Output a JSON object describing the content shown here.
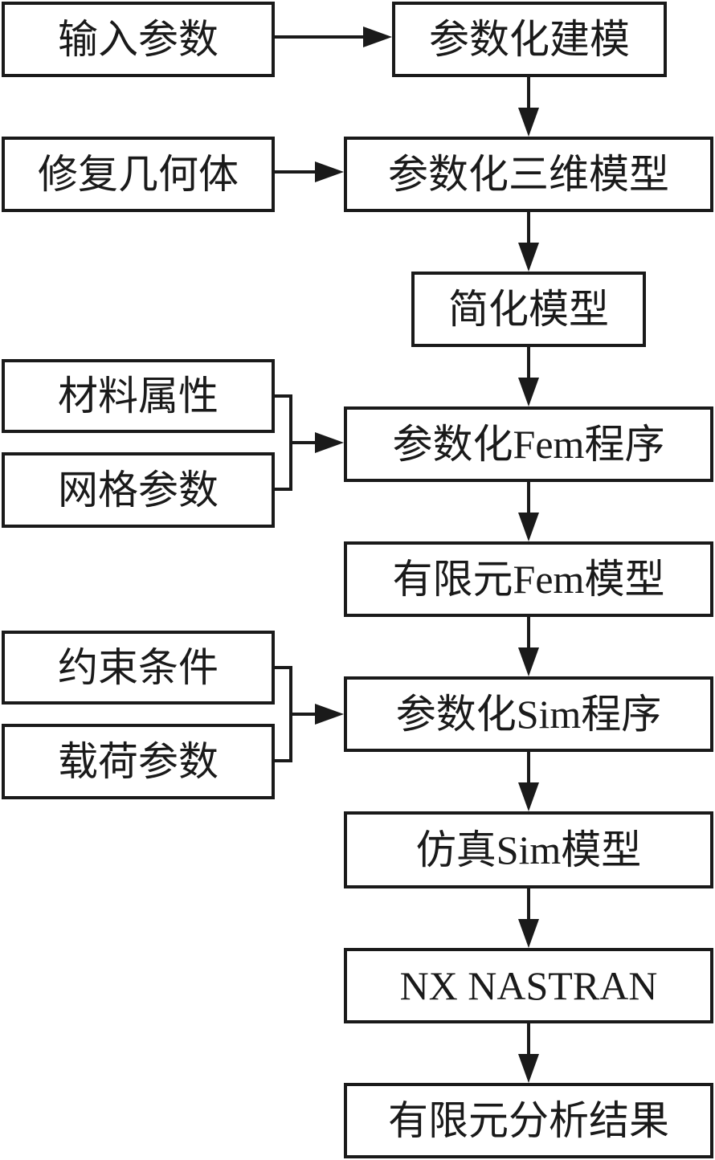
{
  "colors": {
    "stroke": "#1a1a1a",
    "background": "#ffffff"
  },
  "inputs": {
    "input_params": "输入参数",
    "repair_geometry": "修复几何体",
    "material_props": "材料属性",
    "mesh_params": "网格参数",
    "constraints": "约束条件",
    "load_params": "载荷参数"
  },
  "flow": {
    "parametric_modeling": "参数化建模",
    "parametric_3d_model": "参数化三维模型",
    "simplified_model": "简化模型",
    "parametric_fem_program": "参数化Fem程序",
    "fem_model": "有限元Fem模型",
    "parametric_sim_program": "参数化Sim程序",
    "sim_model": "仿真Sim模型",
    "nx_nastran": "NX NASTRAN",
    "fea_results": "有限元分析结果"
  }
}
